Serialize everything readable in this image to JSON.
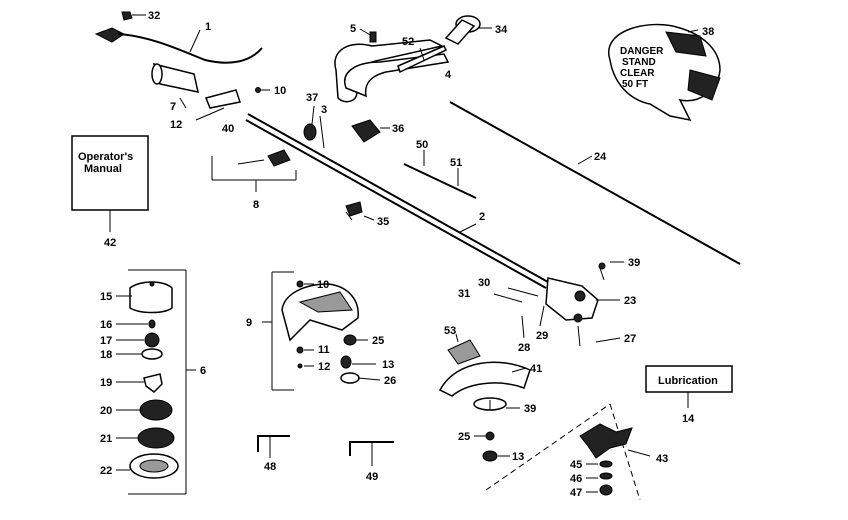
{
  "labels": {
    "operators_manual_line1": "Operator's",
    "operators_manual_line2": "Manual",
    "lubrication": "Lubrication",
    "danger_line1": "DANGER",
    "danger_line2": "STAND",
    "danger_line3": "CLEAR",
    "danger_line4": "50 FT"
  },
  "callouts": {
    "c32": "32",
    "c1": "1",
    "c5": "5",
    "c52": "52",
    "c34": "34",
    "c38": "38",
    "c4": "4",
    "c10a": "10",
    "c7": "7",
    "c37": "37",
    "c3": "3",
    "c36": "36",
    "c12a": "12",
    "c40": "40",
    "c50": "50",
    "c51": "51",
    "c24": "24",
    "c8": "8",
    "c42": "42",
    "c35": "35",
    "c2": "2",
    "c39a": "39",
    "c10b": "10",
    "c15": "15",
    "c30": "30",
    "c31": "31",
    "c23": "23",
    "c9": "9",
    "c16": "16",
    "c25a": "25",
    "c53": "53",
    "c29": "29",
    "c27": "27",
    "c17": "17",
    "c11": "11",
    "c28": "28",
    "c6": "6",
    "c18": "18",
    "c13a": "13",
    "c12b": "12",
    "c41": "41",
    "c19": "19",
    "c26": "26",
    "c14": "14",
    "c20": "20",
    "c39b": "39",
    "c21": "21",
    "c25b": "25",
    "c43": "43",
    "c48": "48",
    "c49": "49",
    "c13b": "13",
    "c22": "22",
    "c45": "45",
    "c46": "46",
    "c47": "47"
  }
}
